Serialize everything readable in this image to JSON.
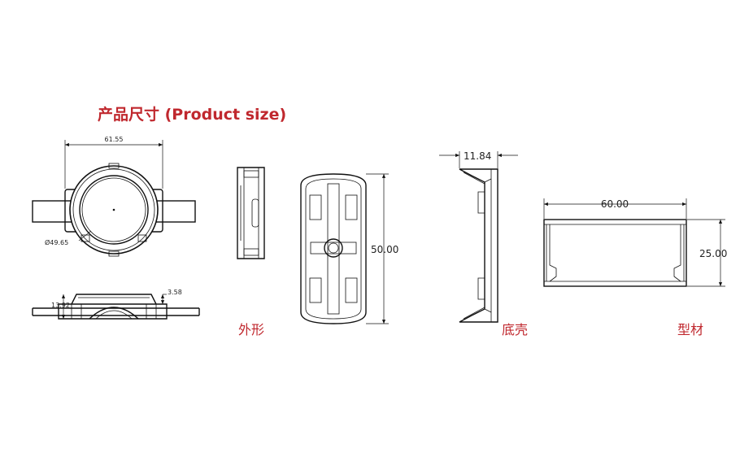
{
  "title": "产品尺寸 (Product size)",
  "colors": {
    "title": "#c0282e",
    "caption": "#c0282e",
    "line": "#111111"
  },
  "captions": {
    "outer": "外形",
    "bottom_shell": "底壳",
    "profile": "型材"
  },
  "dims": {
    "module_width": "61.55",
    "lens_diameter": "Ø49.65",
    "side_height": "13.92",
    "side_offset": "3.58",
    "cover_length": "50.00",
    "shell_depth": "11.84",
    "profile_width": "60.00",
    "profile_height": "25.00"
  }
}
